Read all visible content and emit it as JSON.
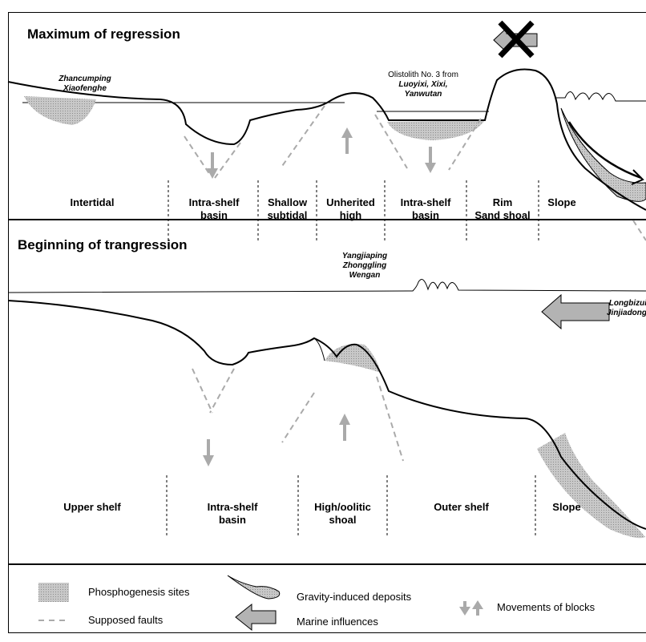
{
  "panel1": {
    "title": "Maximum of regression",
    "locations": {
      "left": [
        "Zhancumping",
        "Xiaofenghe"
      ],
      "olistolith_prefix": "Olistolith No. 3 from",
      "olistolith_sites": [
        "Luoyixi, Xixi,",
        "Yanwutan"
      ]
    },
    "zones": [
      {
        "lines": [
          "Intertidal"
        ]
      },
      {
        "lines": [
          "Intra-shelf",
          "basin"
        ]
      },
      {
        "lines": [
          "Shallow",
          "subtidal"
        ]
      },
      {
        "lines": [
          "Unherited",
          "high"
        ]
      },
      {
        "lines": [
          "Intra-shelf",
          "basin"
        ]
      },
      {
        "lines": [
          "Rim",
          "Sand shoal"
        ]
      },
      {
        "lines": [
          "Slope"
        ]
      }
    ]
  },
  "panel2": {
    "title": "Beginning of trangression",
    "locations": {
      "center": [
        "Yangjiaping",
        "Zhonggling",
        "Wengan"
      ],
      "right": [
        "Longbizui",
        "Jinjiadong"
      ]
    },
    "zones": [
      {
        "lines": [
          "Upper shelf"
        ]
      },
      {
        "lines": [
          "Intra-shelf",
          "basin"
        ]
      },
      {
        "lines": [
          "High/oolitic",
          "shoal"
        ]
      },
      {
        "lines": [
          "Outer shelf"
        ]
      },
      {
        "lines": [
          "Slope"
        ]
      }
    ]
  },
  "legend": {
    "phosphogenesis": "Phosphogenesis sites",
    "faults": "Supposed faults",
    "gravity": "Gravity-induced deposits",
    "marine": "Marine influences",
    "blocks": "Movements of blocks"
  },
  "colors": {
    "arrow_gray": "#aaaaaa",
    "fault_gray": "#aaaaaa",
    "hatch": "#bbbbbb",
    "marine_arrow": "#b3b3b3"
  },
  "icons": [
    "cross-icon",
    "marine-arrow-icon",
    "block-arrow-icon"
  ]
}
